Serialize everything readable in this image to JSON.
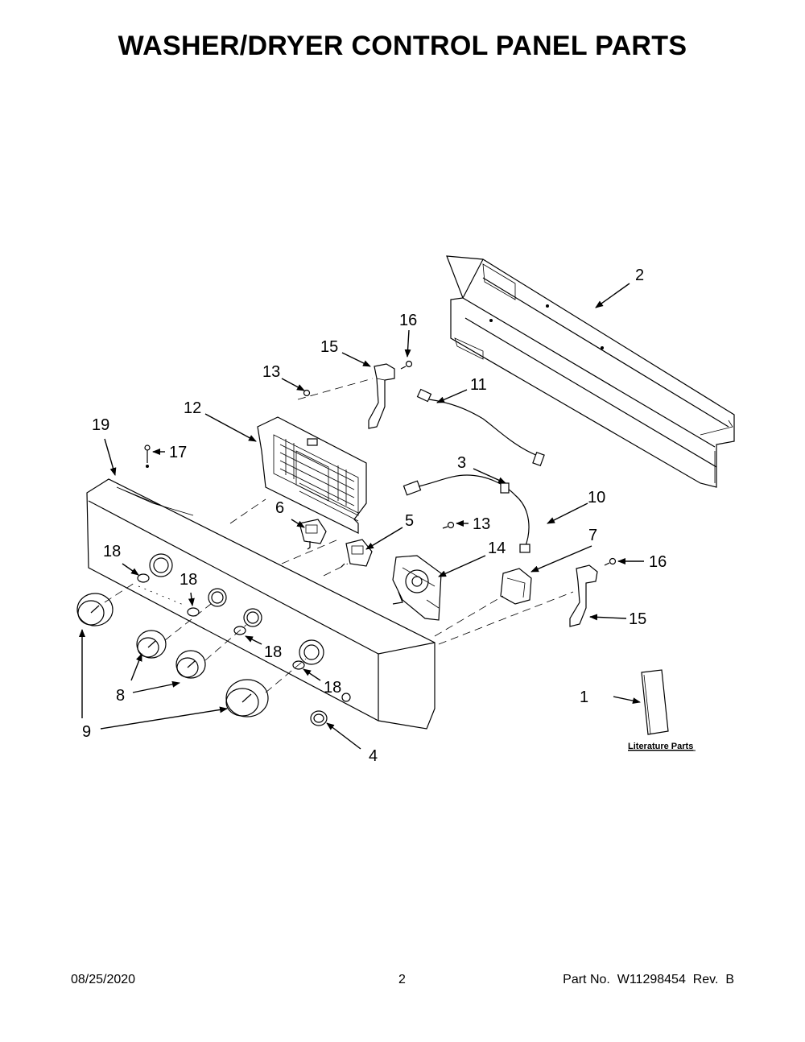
{
  "title": "WASHER/DRYER CONTROL PANEL PARTS",
  "callouts": {
    "c1": "1",
    "c2": "2",
    "c3": "3",
    "c4": "4",
    "c5": "5",
    "c6": "6",
    "c7": "7",
    "c8": "8",
    "c9": "9",
    "c10": "10",
    "c11": "11",
    "c12": "12",
    "c13a": "13",
    "c13b": "13",
    "c14": "14",
    "c15a": "15",
    "c15b": "15",
    "c16a": "16",
    "c16b": "16",
    "c17": "17",
    "c18a": "18",
    "c18b": "18",
    "c18c": "18",
    "c18d": "18",
    "c19": "19"
  },
  "literature_label": "Literature Parts",
  "footer": {
    "date": "08/25/2020",
    "page": "2",
    "part_no": "Part No.  W11298454  Rev.  B"
  }
}
